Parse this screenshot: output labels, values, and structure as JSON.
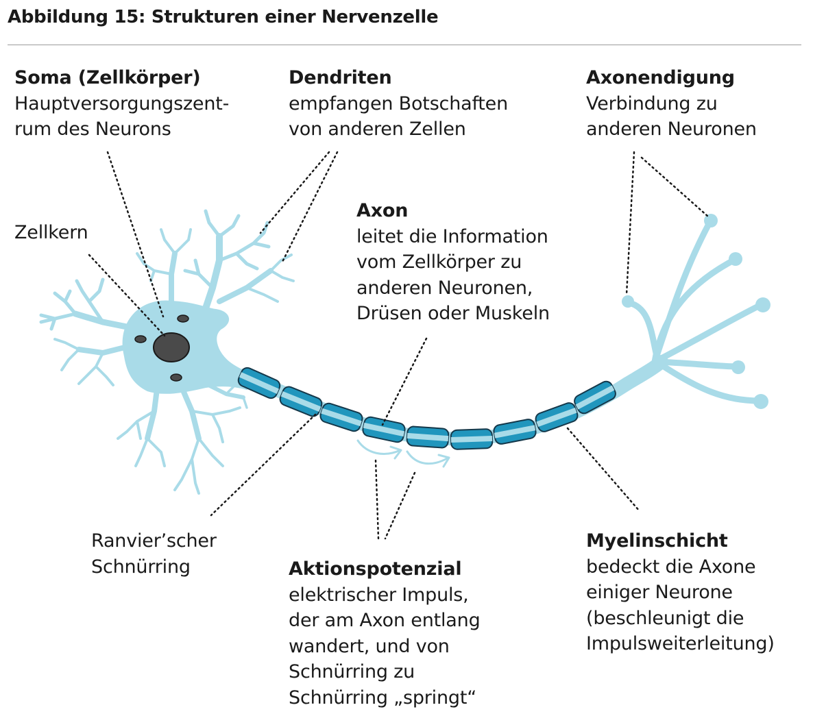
{
  "title": "Abbildung 15: Strukturen einer Nervenzelle",
  "labels": {
    "soma": {
      "heading": "Soma (Zellkörper)",
      "text": "Hauptversorgungszent-\nrum des Neurons"
    },
    "dendrites": {
      "heading": "Dendriten",
      "text": "empfangen Botschaften\nvon anderen Zellen"
    },
    "terminal": {
      "heading": "Axonendigung",
      "text": "Verbindung zu\nanderen Neuronen"
    },
    "nucleus": {
      "text": "Zellkern"
    },
    "axon": {
      "heading": "Axon",
      "text": "leitet die Information\nvom Zellkörper zu\nanderen Neuronen,\nDrüsen oder Muskeln"
    },
    "ranvier": {
      "text": "Ranvier’scher\nSchnürring"
    },
    "action_potential": {
      "heading": "Aktionspotenzial",
      "text": "elektrischer Impuls,\nder am Axon entlang\nwandert, und von\nSchnürring zu\nSchnürring „springt“"
    },
    "myelin": {
      "heading": "Myelinschicht",
      "text": "bedeckt die Axone\neiniger Neurone\n(beschleunigt die\nImpulsweiterleitung)"
    }
  },
  "colors": {
    "cell": "#a9dbe8",
    "myelin": "#2196bd",
    "myelin_stroke": "#15384a",
    "nucleus": "#4a4a4a",
    "leader": "#1a1a1a",
    "rule": "#9a9a9a"
  }
}
